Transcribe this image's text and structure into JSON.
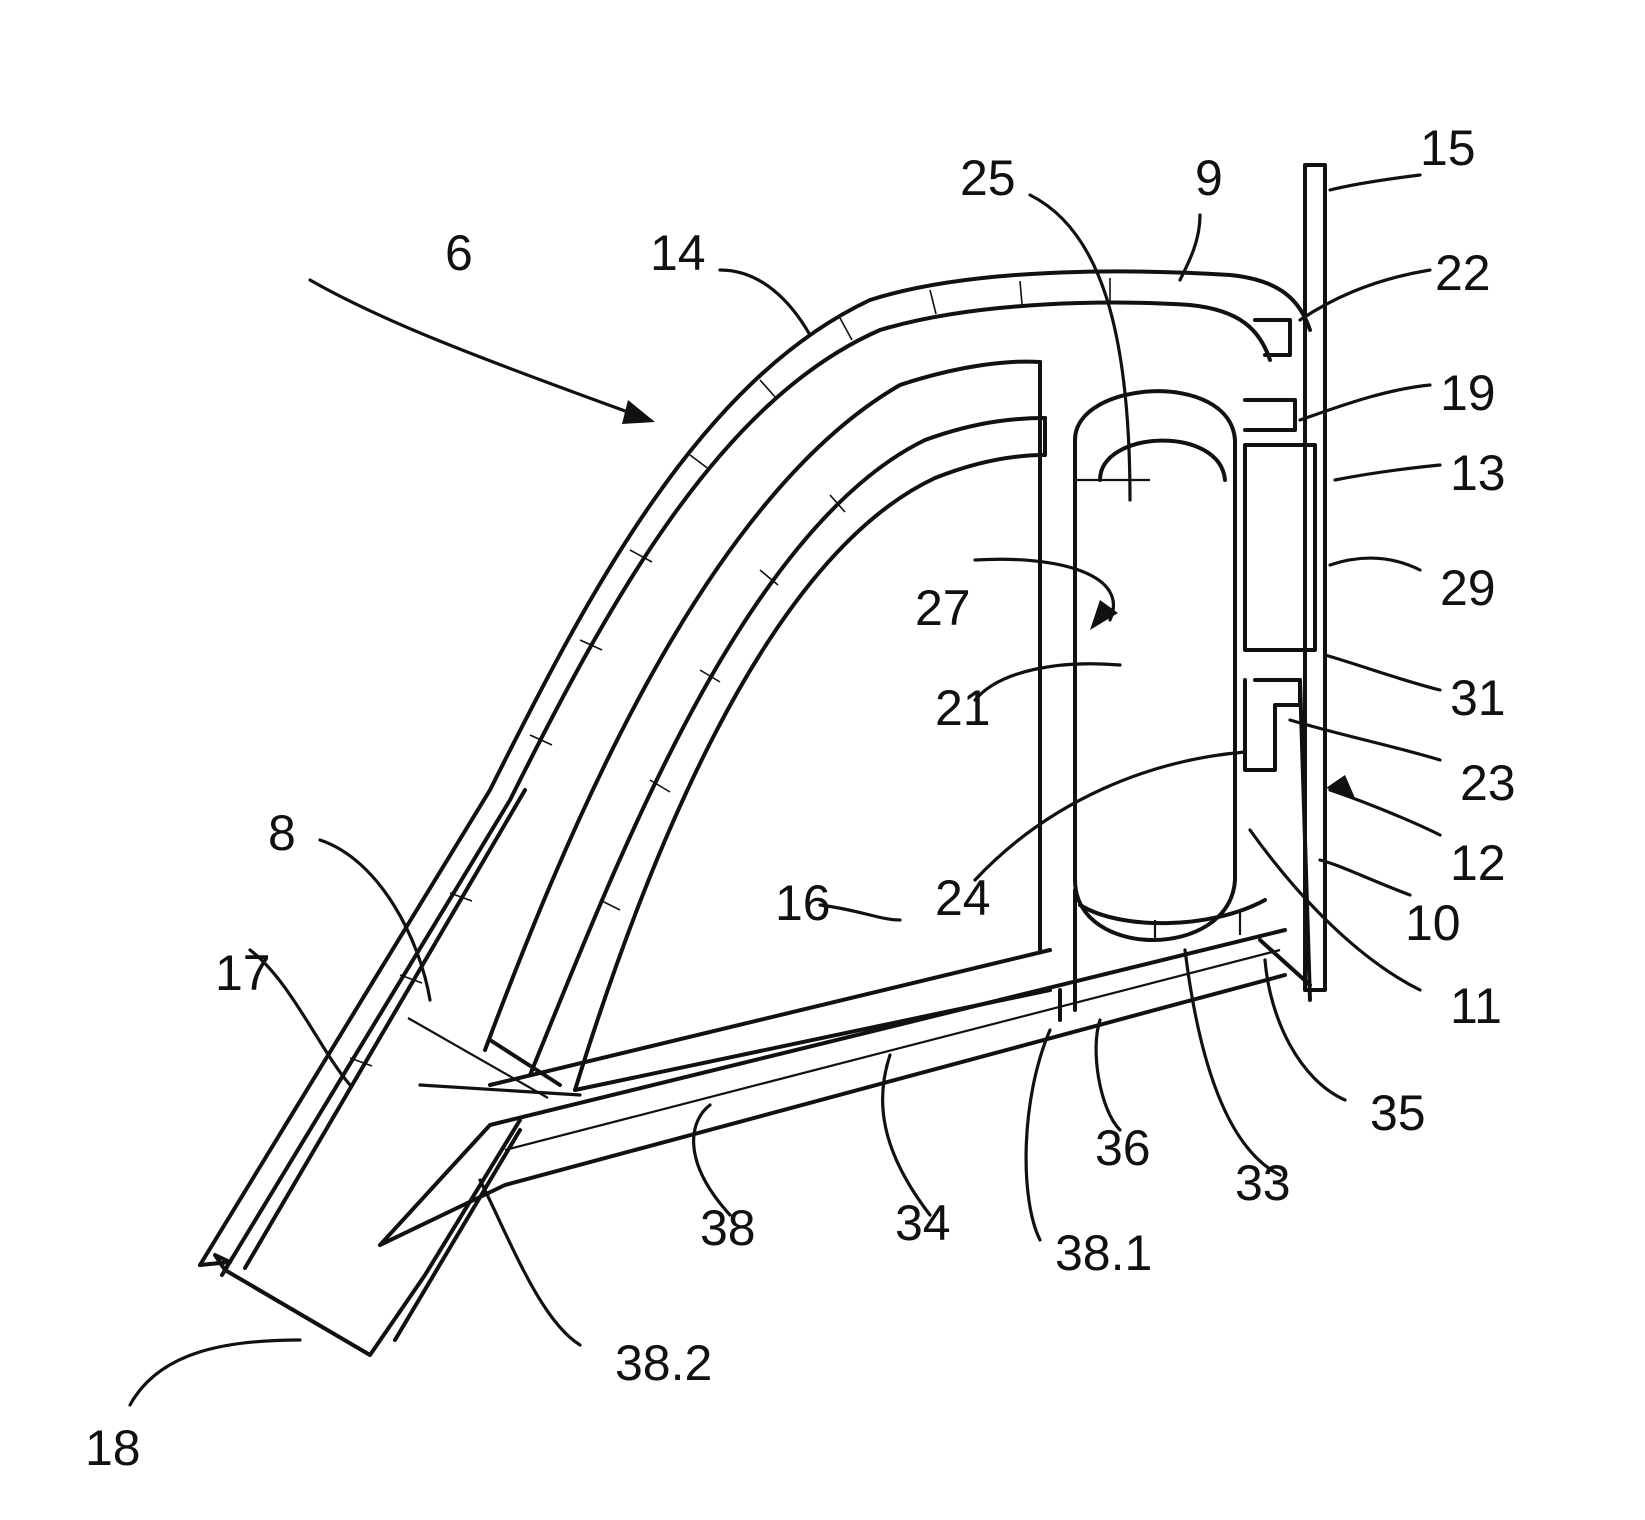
{
  "figure": {
    "reference_numerals": [
      {
        "id": "6",
        "text": "6"
      },
      {
        "id": "8",
        "text": "8"
      },
      {
        "id": "9",
        "text": "9"
      },
      {
        "id": "10",
        "text": "10"
      },
      {
        "id": "11",
        "text": "11"
      },
      {
        "id": "12",
        "text": "12"
      },
      {
        "id": "13",
        "text": "13"
      },
      {
        "id": "14",
        "text": "14"
      },
      {
        "id": "15",
        "text": "15"
      },
      {
        "id": "16",
        "text": "16"
      },
      {
        "id": "17",
        "text": "17"
      },
      {
        "id": "18",
        "text": "18"
      },
      {
        "id": "19",
        "text": "19"
      },
      {
        "id": "21",
        "text": "21"
      },
      {
        "id": "22",
        "text": "22"
      },
      {
        "id": "23",
        "text": "23"
      },
      {
        "id": "24",
        "text": "24"
      },
      {
        "id": "25",
        "text": "25"
      },
      {
        "id": "27",
        "text": "27"
      },
      {
        "id": "29",
        "text": "29"
      },
      {
        "id": "31",
        "text": "31"
      },
      {
        "id": "33",
        "text": "33"
      },
      {
        "id": "34",
        "text": "34"
      },
      {
        "id": "35",
        "text": "35"
      },
      {
        "id": "36",
        "text": "36"
      },
      {
        "id": "38",
        "text": "38"
      },
      {
        "id": "38_1",
        "text": "38.1"
      },
      {
        "id": "38_2",
        "text": "38.2"
      }
    ]
  }
}
